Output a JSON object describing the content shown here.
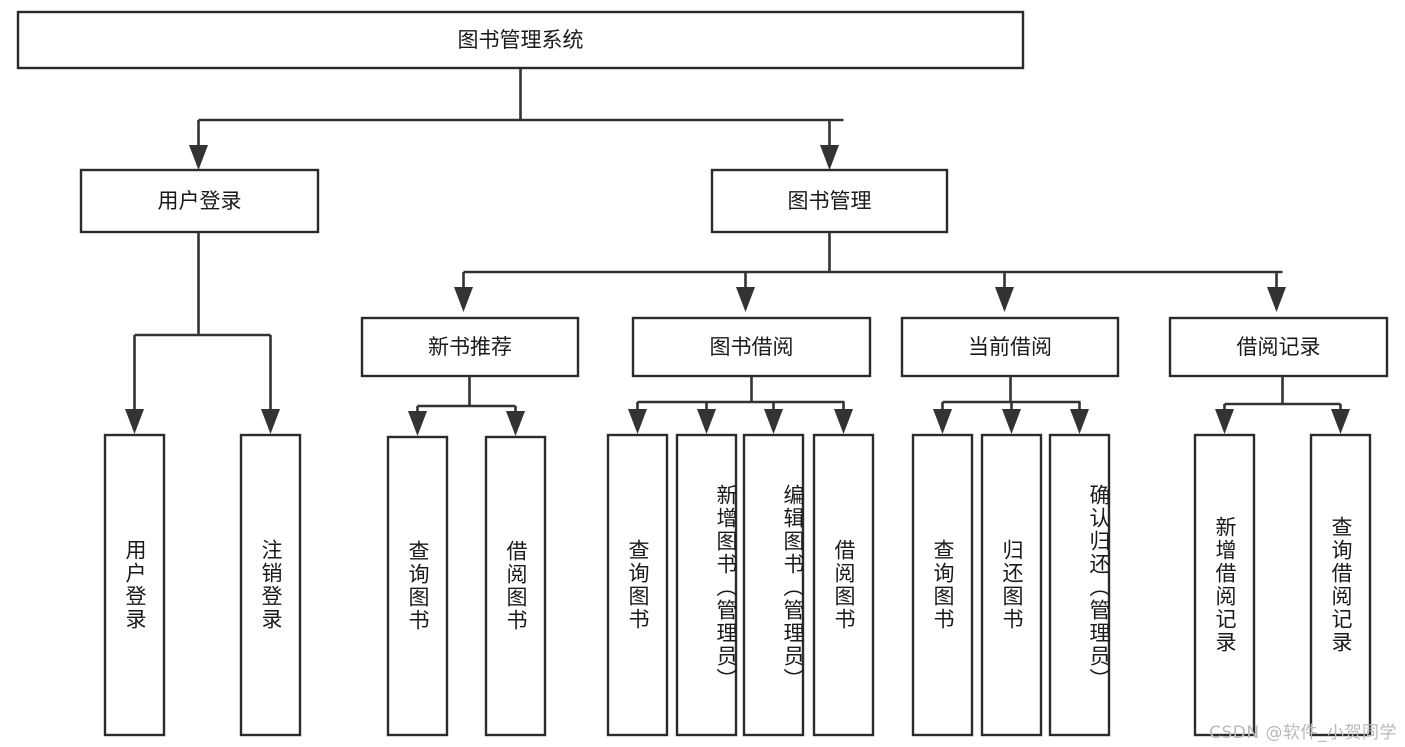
{
  "diagram": {
    "type": "tree",
    "title_node": {
      "label": "图书管理系统"
    },
    "level2": [
      {
        "label": "用户登录"
      },
      {
        "label": "图书管理"
      }
    ],
    "level3": [
      {
        "label": "新书推荐"
      },
      {
        "label": "图书借阅"
      },
      {
        "label": "当前借阅"
      },
      {
        "label": "借阅记录"
      }
    ],
    "leaves": {
      "user_login": [
        {
          "label": "用户登录"
        },
        {
          "label": "注销登录"
        }
      ],
      "new_book_recommend": [
        {
          "label": "查询图书"
        },
        {
          "label": "借阅图书"
        }
      ],
      "book_borrow": [
        {
          "label": "查询图书"
        },
        {
          "label": "新增图书（管理员）"
        },
        {
          "label": "编辑图书（管理员）"
        },
        {
          "label": "借阅图书"
        }
      ],
      "current_borrow": [
        {
          "label": "查询图书"
        },
        {
          "label": "归还图书"
        },
        {
          "label": "确认归还（管理员）"
        }
      ],
      "borrow_records": [
        {
          "label": "新增借阅记录"
        },
        {
          "label": "查询借阅记录"
        }
      ]
    }
  },
  "watermark": {
    "text": "CSDN @软件_小贺同学"
  },
  "colors": {
    "box_stroke": "#2b2b2b",
    "connector": "#333333",
    "text": "#1a1a1a",
    "background": "#ffffff",
    "watermark": "#b9b9b9"
  }
}
